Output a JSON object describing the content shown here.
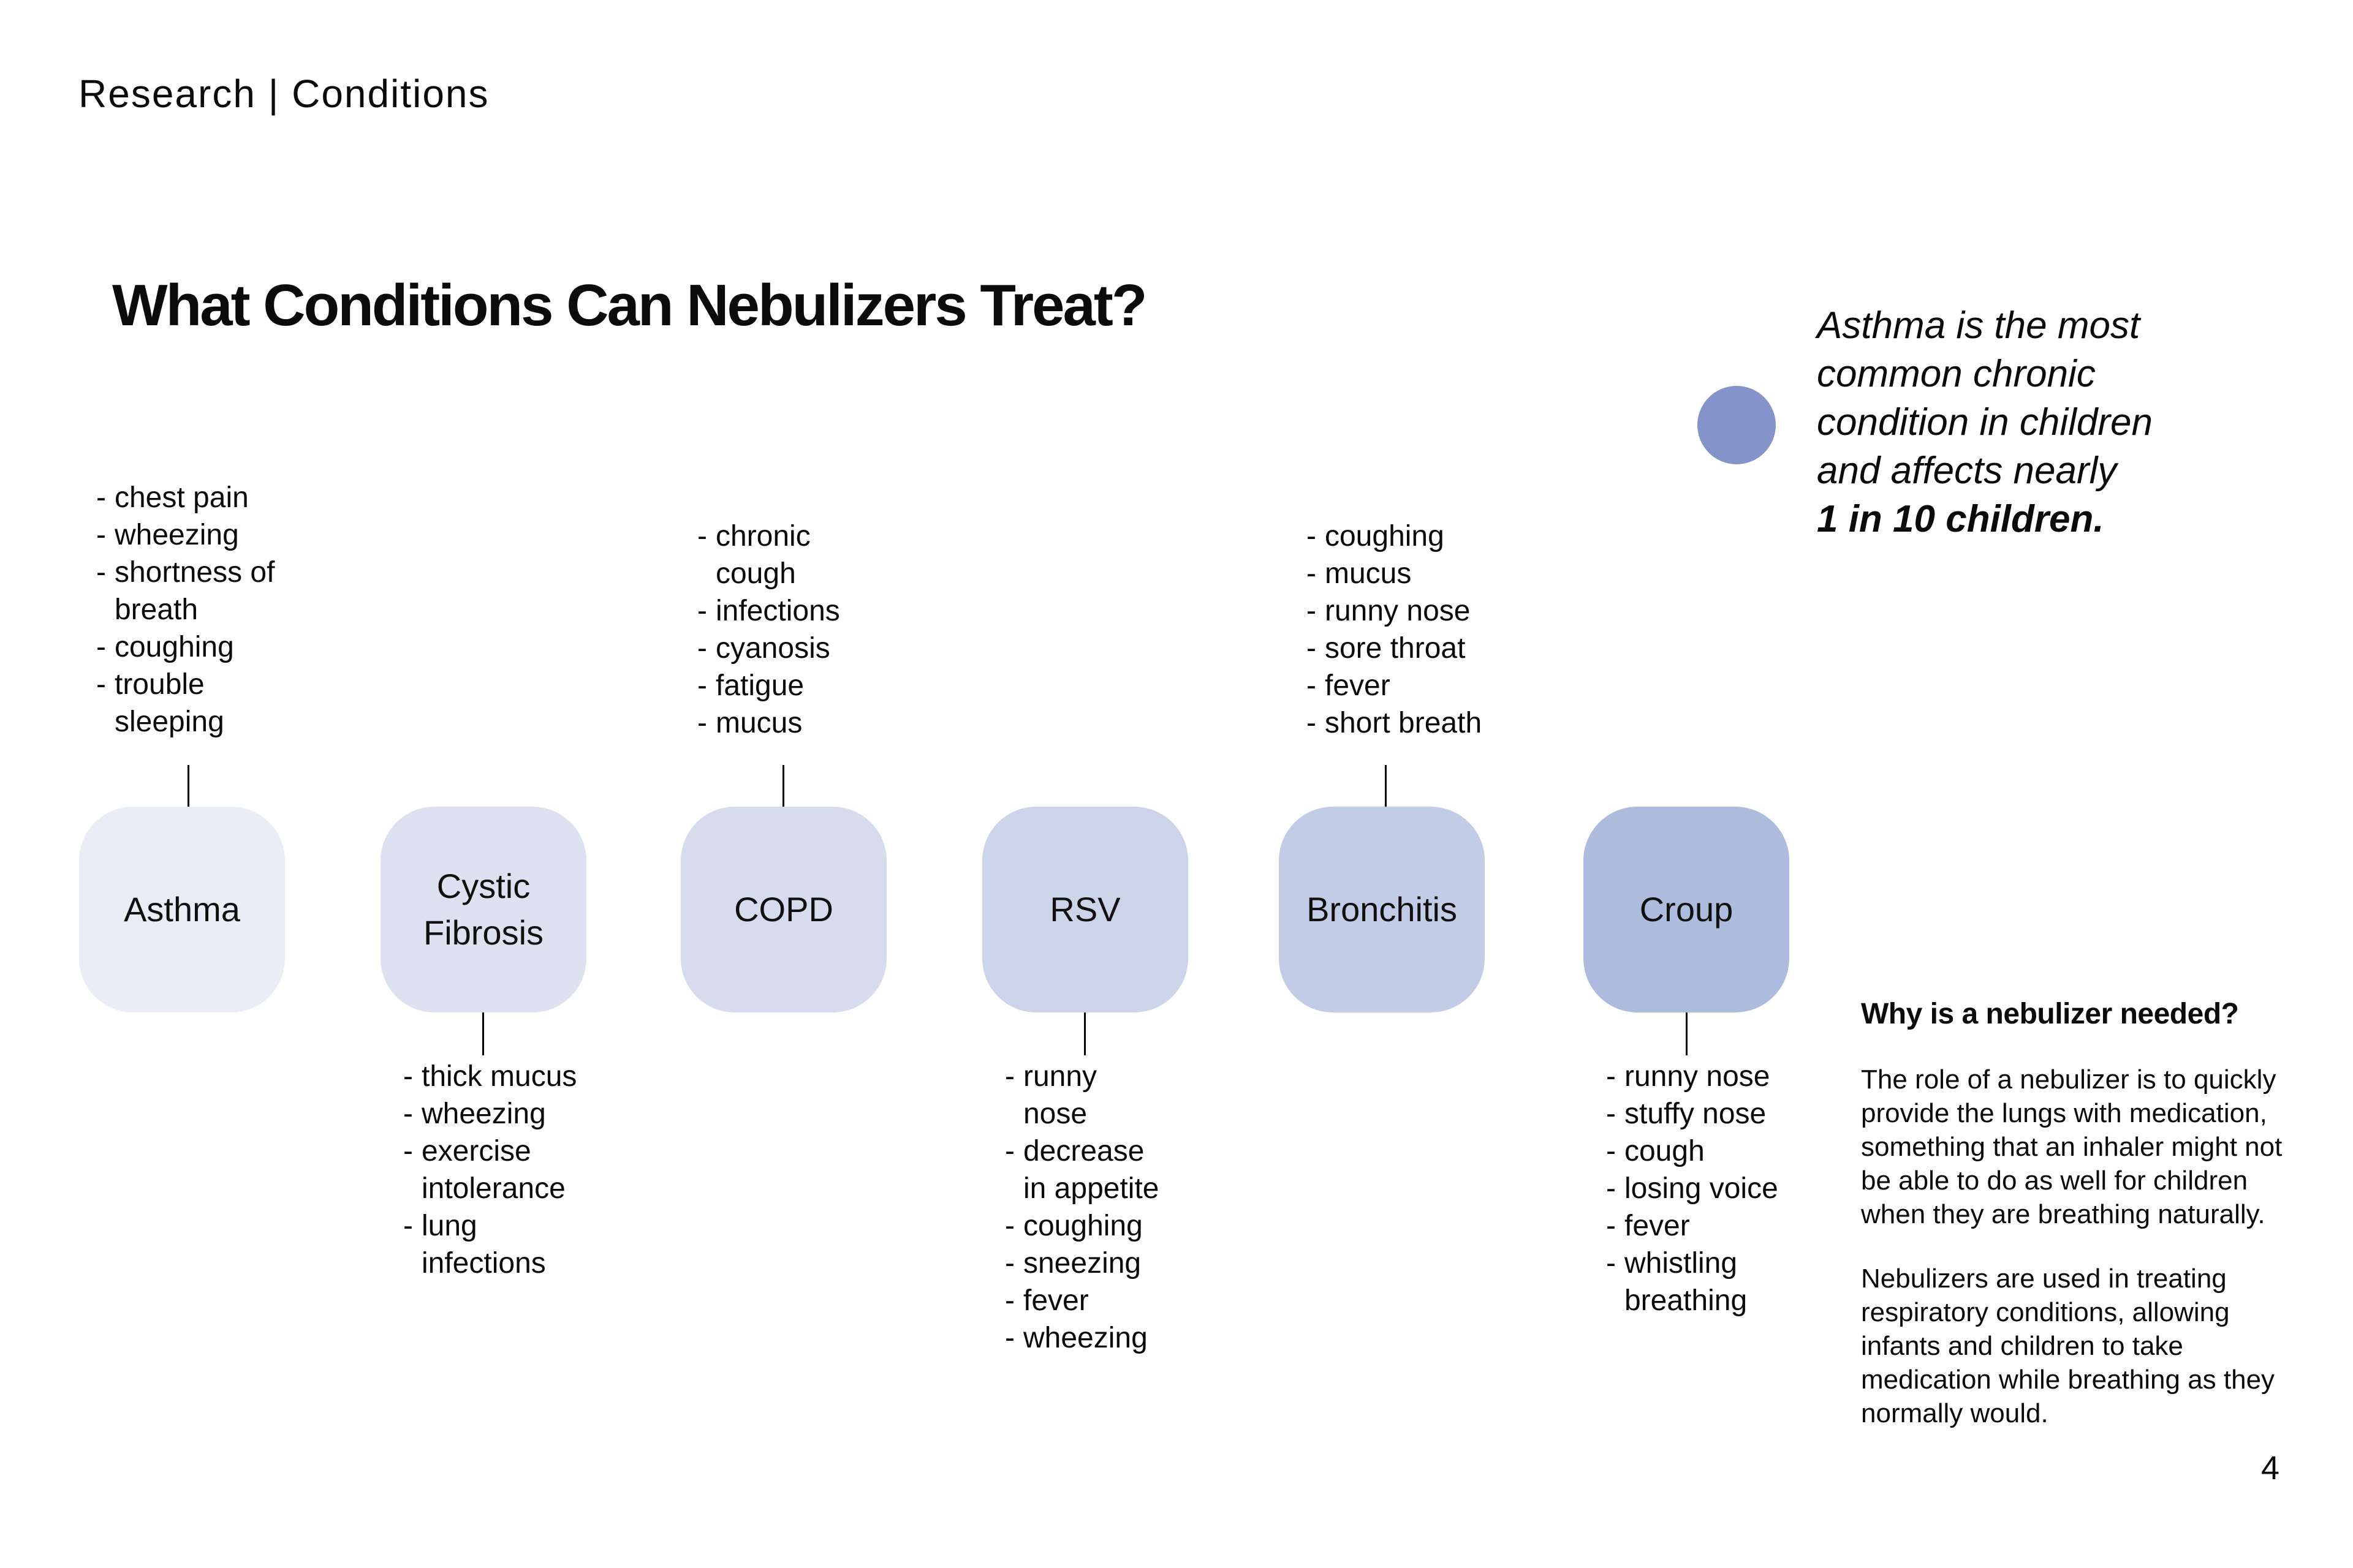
{
  "page": {
    "breadcrumb": "Research | Conditions",
    "title": "What Conditions Can Nebulizers Treat?",
    "page_number": "4",
    "background_color": "#ffffff"
  },
  "fact": {
    "text": "Asthma is the most\ncommon chronic\ncondition in children\nand affects nearly",
    "bold_text": "1 in 10 children.",
    "circle_color": "#8494cb"
  },
  "conditions": [
    {
      "name": "Asthma",
      "color": "#eaecf6",
      "symptoms_position": "above",
      "symptoms": [
        "chest pain",
        "wheezing",
        "shortness of\nbreath",
        "coughing",
        "trouble\nsleeping"
      ]
    },
    {
      "name": "Cystic Fibrosis",
      "color": "#dde1f0",
      "symptoms_position": "below",
      "symptoms": [
        "thick mucus",
        "wheezing",
        "exercise\nintolerance",
        "lung\ninfections"
      ]
    },
    {
      "name": "COPD",
      "color": "#d6dcee",
      "symptoms_position": "above",
      "symptoms": [
        "chronic\ncough",
        "infections",
        "cyanosis",
        "fatigue",
        "mucus"
      ]
    },
    {
      "name": "RSV",
      "color": "#ccd4ea",
      "symptoms_position": "below",
      "symptoms": [
        "runny\nnose",
        "decrease\nin appetite",
        "coughing",
        "sneezing",
        "fever",
        "wheezing"
      ]
    },
    {
      "name": "Bronchitis",
      "color": "#c3cce6",
      "symptoms_position": "above",
      "symptoms": [
        "coughing",
        "mucus",
        "runny nose",
        "sore throat",
        "fever",
        "short breath"
      ]
    },
    {
      "name": "Croup",
      "color": "#adbcdd",
      "symptoms_position": "below",
      "symptoms": [
        "runny nose",
        "stuffy nose",
        "cough",
        "losing voice",
        "fever",
        "whistling\nbreathing"
      ]
    }
  ],
  "sidebar": {
    "heading": "Why is a nebulizer needed?",
    "paragraphs": [
      "The role of a nebulizer is to quickly\nprovide the lungs with medication,\nsomething that an inhaler might not\nbe able to do as well for children\nwhen they are breathing naturally.",
      "Nebulizers are used in treating\nrespiratory conditions, allowing\ninfants and children to take\nmedication while breathing as they\nnormally would."
    ]
  }
}
